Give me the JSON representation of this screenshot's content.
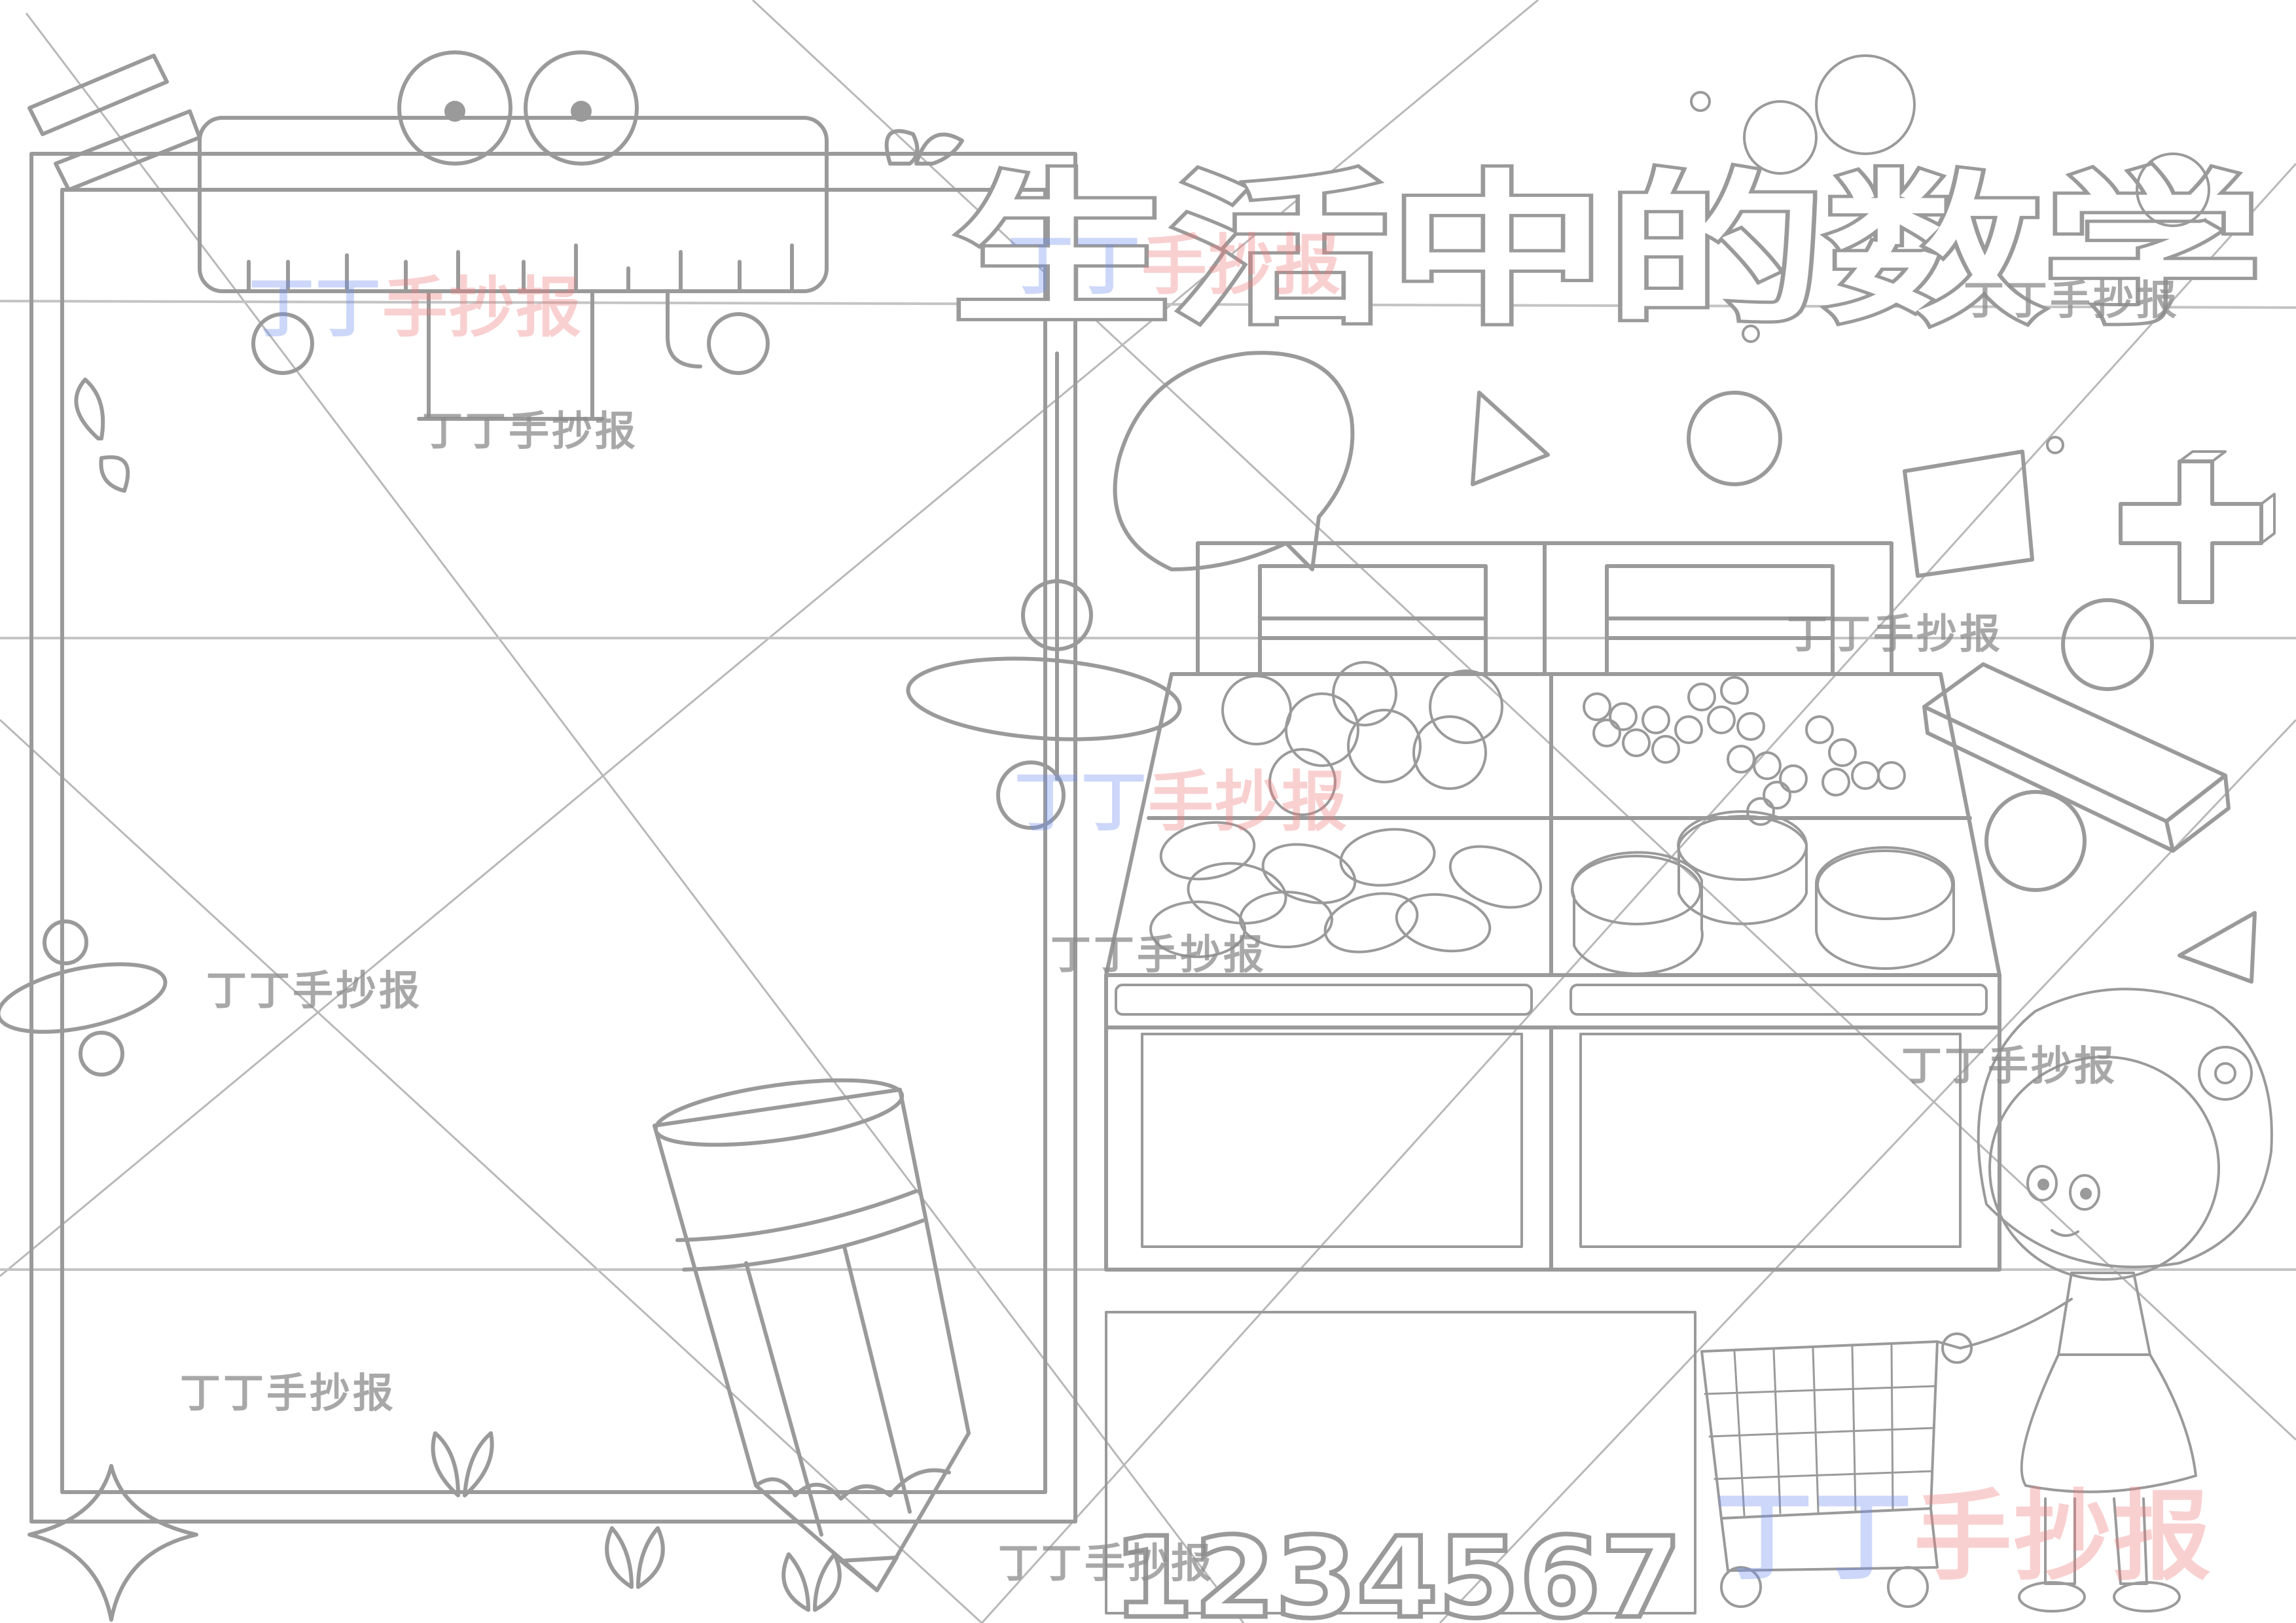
{
  "title": "生活中的数学",
  "numbers_strip": "1234567",
  "watermark": {
    "grey_text": "丁丁手抄报",
    "color_text_blue": "丁丁",
    "color_text_red": "手抄报"
  },
  "colors": {
    "outline": "#9a9a9a",
    "watermark_blue": "#6f8ff0",
    "watermark_red": "#f07a7a",
    "background": "#ffffff"
  }
}
